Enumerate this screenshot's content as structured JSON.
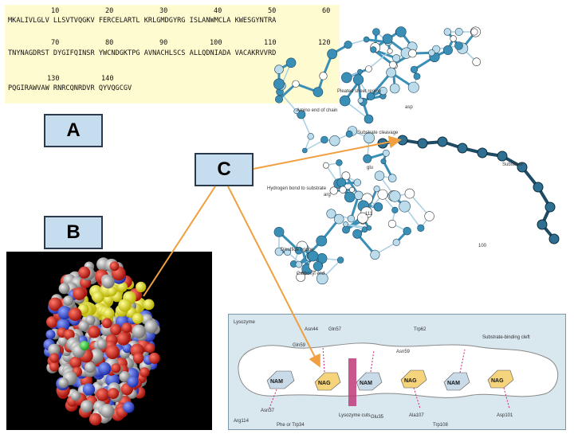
{
  "sequence": {
    "row1_numbers": [
      "10",
      "20",
      "30",
      "40",
      "50",
      "60"
    ],
    "row1_seq": "MKALIVLGLV LLSVTVQGKV FERCELARTL KRLGMDGYRG ISLANWMCLA KWESGYNTRA",
    "row2_numbers": [
      "70",
      "80",
      "90",
      "100",
      "110",
      "120"
    ],
    "row2_seq": "TNYNAGDRST DYGIFQINSR YWCNDGKTPG AVNACHLSCS ALLQDNIADA VACAKRVVRD",
    "row3_numbers": [
      "130",
      "140"
    ],
    "row3_seq": "PQGIRAWVAW RNRCQNRDVR QYVQGCGV"
  },
  "labels": {
    "a": "A",
    "b": "B",
    "c": "C"
  },
  "ribbon_labels": {
    "pleated": "Pleated sheet region",
    "amino": "Amino end of chain",
    "cleavage": "Substrate cleavage",
    "hbond": "Hydrogen bond to substrate",
    "disulfide": "Disulfide bridge",
    "carboxyl": "Carboxyl end",
    "substrate": "Substrate",
    "asp": "asp",
    "glu": "glu",
    "arg": "arg",
    "num111": "111",
    "num100": "100"
  },
  "binding": {
    "title": "Lysozyme",
    "cleft": "Substrate-binding cleft",
    "nag": "NAG",
    "nam": "NAM",
    "cuts": "Lysozyme cuts",
    "asn44": "Asn44",
    "gln57": "Gln57",
    "gln59": "Gln59",
    "trp62": "Trp62",
    "asn59": "Asn59",
    "arg114": "Arg114",
    "phe_trp": "Phe or Trp34",
    "asn37": "Asn37",
    "glu35": "Glu35",
    "ala107": "Ala107",
    "trp108": "Trp108",
    "asp101": "Asp101"
  },
  "colors": {
    "label_fill": "#c6dcef",
    "seq_bg": "#fffbd0",
    "arrow": "#f0a040",
    "ribbon": "#3a8fb7",
    "ribbon_dark": "#1f4a64",
    "nag_fill": "#f6d47c",
    "nam_fill": "#c9dbe8"
  }
}
